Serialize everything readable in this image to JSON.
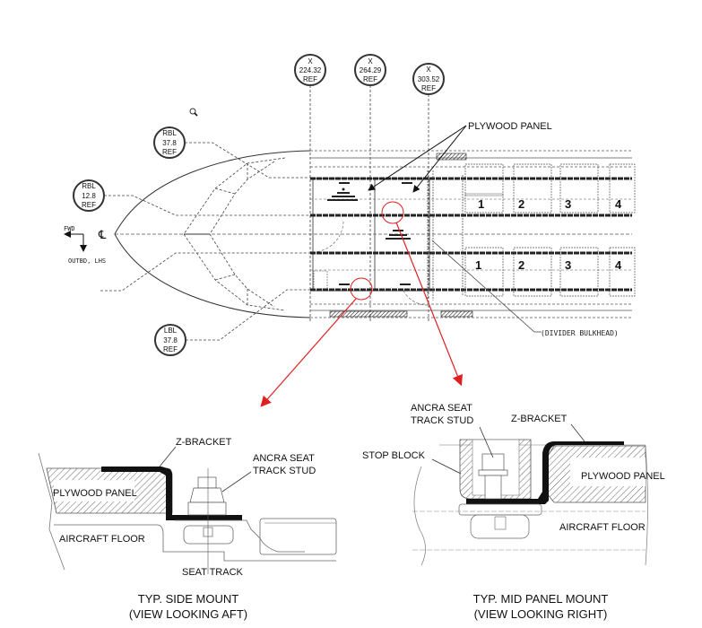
{
  "plan_view": {
    "station_callouts": [
      {
        "axis": "X",
        "value": "224.32",
        "suffix": "REF"
      },
      {
        "axis": "X",
        "value": "264.29",
        "suffix": "REF"
      },
      {
        "axis": "X",
        "value": "303.52",
        "suffix": "REF"
      }
    ],
    "buttline_callouts": [
      {
        "axis": "RBL",
        "value": "37.8",
        "suffix": "REF"
      },
      {
        "axis": "RBL",
        "value": "12.8",
        "suffix": "REF"
      },
      {
        "axis": "LBL",
        "value": "37.8",
        "suffix": "REF"
      }
    ],
    "fwd_label": "FWD",
    "outbd_label": "OUTBD, LHS",
    "centerline_symbol": "℄",
    "plywood_panel_label": "PLYWOOD PANEL",
    "divider_bulkhead_label": "(DIVIDER BULKHEAD)",
    "seat_numbers_top": [
      "1",
      "2",
      "3",
      "4"
    ],
    "seat_numbers_bottom": [
      "1",
      "2",
      "3",
      "4"
    ],
    "magnifier_icon": "search-icon",
    "highlight_color": "#e02020"
  },
  "side_mount_detail": {
    "z_bracket_label": "Z-BRACKET",
    "stud_label_line1": "ANCRA SEAT",
    "stud_label_line2": "TRACK STUD",
    "plywood_label": "PLYWOOD PANEL",
    "floor_label": "AIRCRAFT FLOOR",
    "seat_track_label": "SEAT TRACK",
    "caption_line1": "TYP. SIDE MOUNT",
    "caption_line2": "(VIEW LOOKING AFT)"
  },
  "mid_panel_detail": {
    "stud_label_line1": "ANCRA SEAT",
    "stud_label_line2": "TRACK STUD",
    "z_bracket_label": "Z-BRACKET",
    "stop_block_label": "STOP BLOCK",
    "plywood_label": "PLYWOOD PANEL",
    "floor_label": "AIRCRAFT FLOOR",
    "caption_line1": "TYP. MID PANEL MOUNT",
    "caption_line2": "(VIEW LOOKING RIGHT)"
  }
}
